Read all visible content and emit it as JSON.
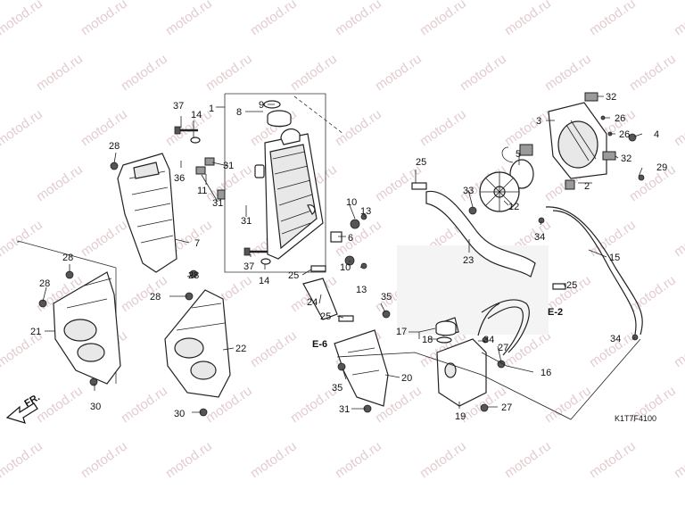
{
  "watermark": {
    "text": "motod.ru",
    "color": "#e3ccd0"
  },
  "diagram_code": "K1T7F4100",
  "direction_marker": "FR.",
  "references": {
    "e2": "E-2",
    "e6": "E-6"
  },
  "callouts": {
    "p1": "1",
    "p2": "2",
    "p3": "3",
    "p4": "4",
    "p5": "5",
    "p6": "6",
    "p7": "7",
    "p8": "8",
    "p9": "9",
    "p10a": "10",
    "p10b": "10",
    "p11": "11",
    "p12": "12",
    "p13a": "13",
    "p13b": "13",
    "p14a": "14",
    "p14b": "14",
    "p15": "15",
    "p16": "16",
    "p17": "17",
    "p18": "18",
    "p19": "19",
    "p20": "20",
    "p21": "21",
    "p22": "22",
    "p23": "23",
    "p24": "24",
    "p25a": "25",
    "p25b": "25",
    "p25c": "25",
    "p25d": "25",
    "p26a": "26",
    "p26b": "26",
    "p27a": "27",
    "p27b": "27",
    "p28a": "28",
    "p28b": "28",
    "p28c": "28",
    "p28d": "28",
    "p28e": "28",
    "p29": "29",
    "p30a": "30",
    "p30b": "30",
    "p31a": "31",
    "p31b": "31",
    "p31c": "31",
    "p31d": "31",
    "p32a": "32",
    "p32b": "32",
    "p33": "33",
    "p34a": "34",
    "p34b": "34",
    "p34c": "34",
    "p35a": "35",
    "p35b": "35",
    "p36": "36",
    "p37a": "37",
    "p37b": "37"
  }
}
